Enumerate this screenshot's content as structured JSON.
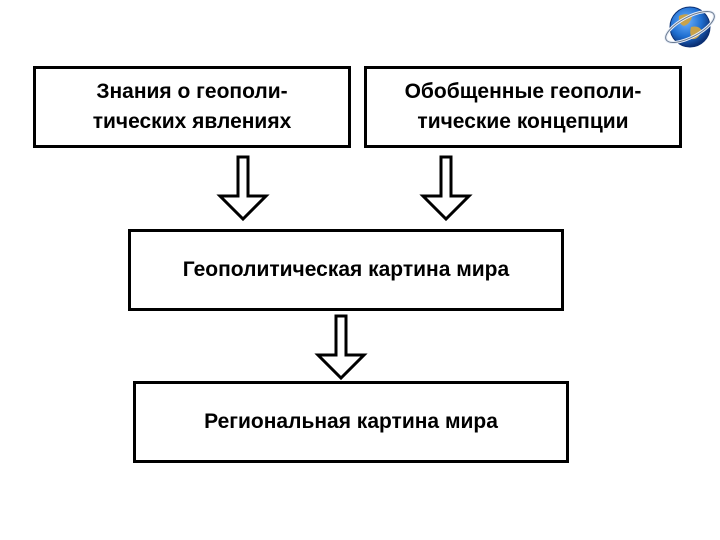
{
  "diagram": {
    "nodes": {
      "knowledge": {
        "line1": "Знания о геополи-",
        "line2": "тических явлениях"
      },
      "concepts": {
        "line1": "Обобщенные геополи-",
        "line2": "тические концепции"
      },
      "geo_picture": {
        "label": "Геополитическая картина мира"
      },
      "regional_picture": {
        "label": "Региональная картина мира"
      }
    },
    "edges": [
      {
        "from": "knowledge",
        "to": "geo_picture"
      },
      {
        "from": "concepts",
        "to": "geo_picture"
      },
      {
        "from": "geo_picture",
        "to": "regional_picture"
      }
    ]
  },
  "logo": {
    "icon": "globe-icon"
  },
  "colors": {
    "border": "#000000",
    "background": "#ffffff",
    "globe_ocean": "#1f6fd1",
    "globe_land": "#c8a24a"
  }
}
